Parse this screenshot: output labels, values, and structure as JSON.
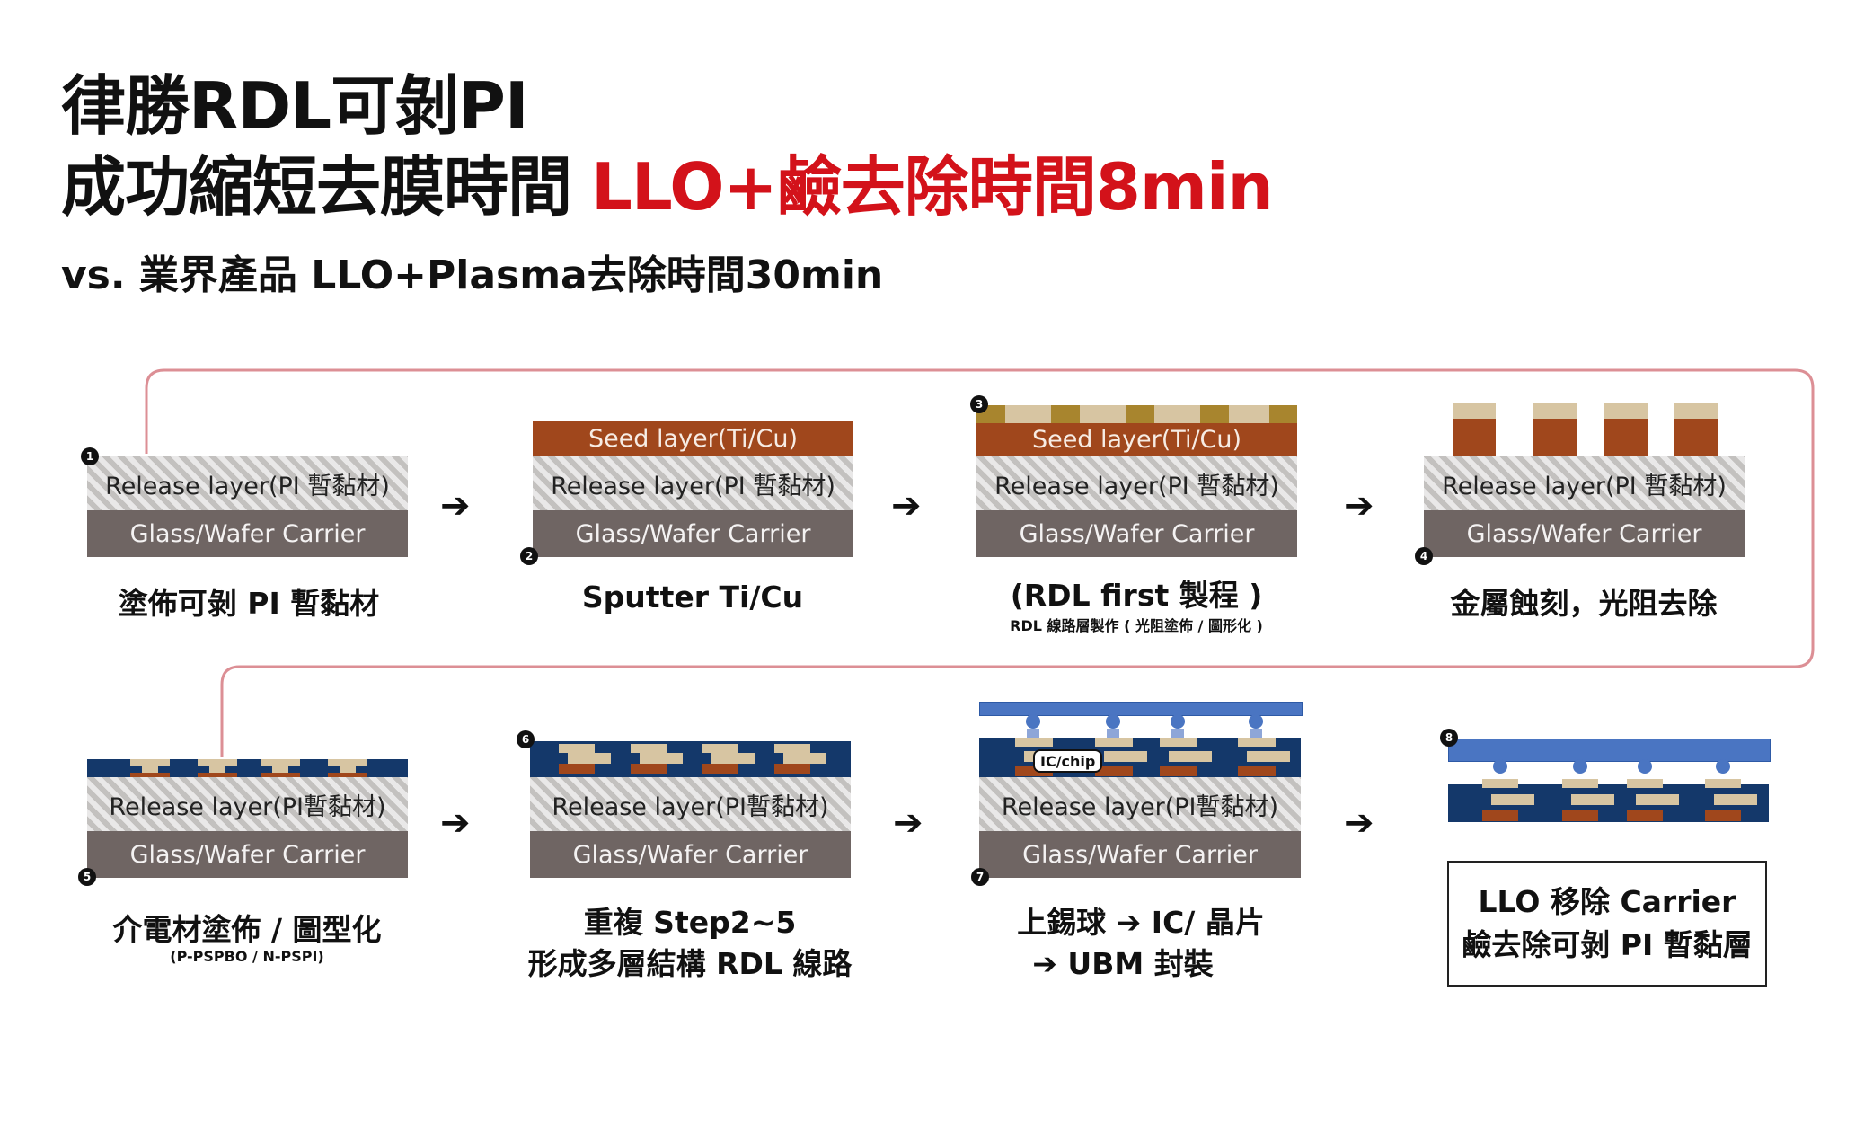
{
  "title": {
    "line1": "律勝RDL可剝PI",
    "line2": "成功縮短去膜時間",
    "line2_highlight": "LLO+鹼去除時間8min",
    "subtitle": "vs. 業界產品 LLO+Plasma去除時間30min"
  },
  "colors": {
    "highlight_red": "#d3121a",
    "flow_line": "#dc8f95",
    "glass": "#6f6563",
    "release": "#cfcdcb",
    "seed_cu": "#a0471c",
    "photoresist": "#d7c5a2",
    "dielectric": "#14386a",
    "chip_blue": "#4a75c2"
  },
  "layers": {
    "release": "Release layer(PI 暫黏材)",
    "release_alt": "Release layer(PI暫黏材)",
    "glass": "Glass/Wafer Carrier",
    "seed": "Seed layer(Ti/Cu)",
    "chip": "IC/chip"
  },
  "arrow": "➔",
  "steps": [
    {
      "num": "1",
      "caption": "塗佈可剝 PI 暫黏材"
    },
    {
      "num": "2",
      "caption": "Sputter Ti/Cu"
    },
    {
      "num": "3",
      "caption": "(RDL first 製程 )",
      "sub": "RDL 線路層製作 ( 光阻塗佈 / 圖形化 )"
    },
    {
      "num": "4",
      "caption": "金屬蝕刻，光阻去除"
    },
    {
      "num": "5",
      "caption": "介電材塗佈 / 圖型化",
      "sub": "(P-PSPBO / N-PSPI)"
    },
    {
      "num": "6",
      "caption": "重複 Step2~5",
      "caption2": "形成多層結構 RDL 線路"
    },
    {
      "num": "7",
      "caption": "上錫球 ➔ IC/ 晶片",
      "caption2": "➔ UBM 封裝"
    },
    {
      "num": "8",
      "caption": "LLO 移除 Carrier",
      "caption2": "鹼去除可剝 PI 暫黏層"
    }
  ]
}
